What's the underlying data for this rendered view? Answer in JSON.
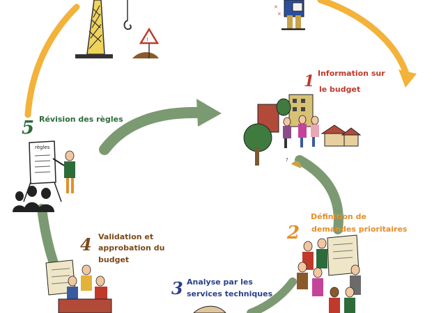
{
  "colors": {
    "outer_arc": "#f3b23a",
    "inner_arrow": "#7c9a72",
    "step1": "#c0392b",
    "step2": "#e58e2a",
    "step3": "#2c3f86",
    "step4": "#7a4a1a",
    "step5": "#2e6b3a"
  },
  "steps": [
    {
      "number": "1",
      "lines": [
        "Information sur",
        "le budget"
      ]
    },
    {
      "number": "2",
      "lines": [
        "Définition de",
        "demandes prioritaires"
      ]
    },
    {
      "number": "3",
      "lines": [
        "Analyse par les",
        "services techniques"
      ]
    },
    {
      "number": "4",
      "lines": [
        "Validation et",
        "approbation du",
        "budget"
      ]
    },
    {
      "number": "5",
      "lines": [
        "Révision des règles"
      ]
    }
  ],
  "flipchart": {
    "header": "règles"
  },
  "icons": [
    "crane-icon",
    "construction-sign-icon",
    "person-with-clipboard-icon",
    "town-houses-icon",
    "tree-icon",
    "community-group-icon",
    "scroll-icon",
    "meeting-table-icon",
    "presenter-flipchart-icon",
    "audience-silhouettes-icon"
  ]
}
